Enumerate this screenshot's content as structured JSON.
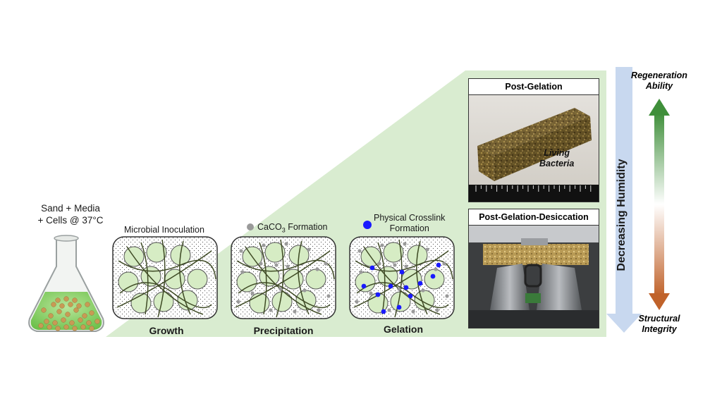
{
  "flask_label_line1": "Sand + Media",
  "flask_label_line2": "+ Cells @ 37°C",
  "stages": [
    {
      "top_label": "Microbial Inoculation",
      "caption": "Growth"
    },
    {
      "top_label_prefix": "CaCO",
      "top_label_sub": "3",
      "top_label_suffix": " Formation",
      "caption": "Precipitation"
    },
    {
      "top_label_line1": "Physical Crosslink",
      "top_label_line2": "Formation",
      "caption": "Gelation"
    }
  ],
  "photos": {
    "top": {
      "title": "Post-Gelation",
      "annotation_line1": "Living",
      "annotation_line2": "Bacteria"
    },
    "bottom": {
      "title": "Post-Gelation-Desiccation"
    }
  },
  "humidity_label": "Decreasing Humidity",
  "regeneration_line1": "Regeneration",
  "regeneration_line2": "Ability",
  "structural_line1": "Structural",
  "structural_line2": "Integrity",
  "colors": {
    "panel_green": "#d9ecd0",
    "fiber": "#3e4a24",
    "particle_gray": "#9a9a9a",
    "crosslink_blue": "#1a1aff",
    "arrow_green": "#3f8f3a",
    "arrow_orange": "#c0622a",
    "humidity_arrow": "#c8d8ef"
  }
}
